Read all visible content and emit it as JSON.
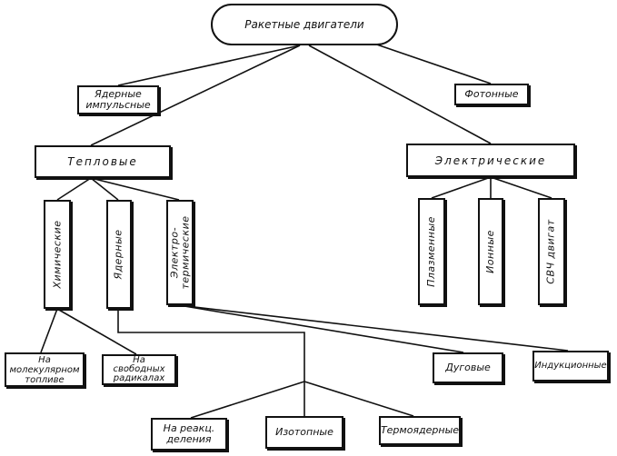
{
  "root": "Ракетные двигатели",
  "level1": {
    "nuclear_pulse": "Ядерные\nимпульсные",
    "photon": "Фотонные",
    "thermal": "Тепловые",
    "electric": "Электрические"
  },
  "thermal_children": {
    "chemical": "Химические",
    "nuclear": "Ядерные",
    "electrothermal": "Электро-\nтермические"
  },
  "electric_children": {
    "plasma": "Плазменные",
    "ion": "Ионные",
    "microwave": "СВЧ двигат"
  },
  "chemical_children": {
    "molecular_fuel": "На\nмолекулярном\nтопливе",
    "free_radicals": "На\nсвободных\nрадикалах"
  },
  "nuclear_children": {
    "fission": "На реакц.\nделения",
    "isotope": "Изотопные",
    "thermonuclear": "Термоядерные"
  },
  "electrothermal_children": {
    "arc": "Дуговые",
    "induction": "Индукционные"
  }
}
